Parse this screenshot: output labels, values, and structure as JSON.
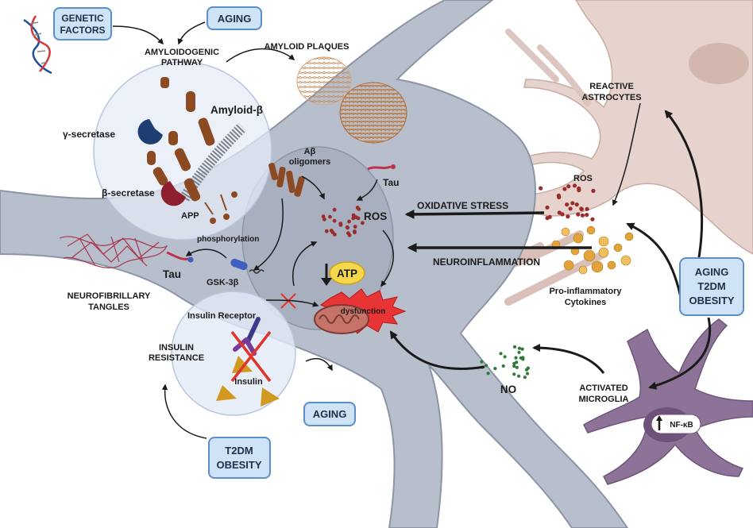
{
  "labels": {
    "genetic_factors": [
      "GENETIC",
      "FACTORS"
    ],
    "aging_top": "AGING",
    "amyloidogenic": [
      "AMYLOIDOGENIC",
      "PATHWAY"
    ],
    "amyloid_plaques": "AMYLOID PLAQUES",
    "amyloid_beta": "Amyloid-β",
    "gamma_secretase": "γ-secretase",
    "beta_secretase": "β-secretase",
    "app": "APP",
    "abeta_oligomers": [
      "Aβ",
      "oligomers"
    ],
    "tau_upper": "Tau",
    "ros_center": "ROS",
    "phosphorylation": "phosphorylation",
    "tau_lower": "Tau",
    "gsk3b": "GSK-3β",
    "atp": "ATP",
    "dysfunction": "dysfunction",
    "nft": [
      "NEUROFIBRILLARY",
      "TANGLES"
    ],
    "insulin_receptor": "Insulin Receptor",
    "insulin_resistance": [
      "INSULIN",
      "RESISTANCE"
    ],
    "insulin": "Insulin",
    "aging_bottom": "AGING",
    "t2dm_obesity": [
      "T2DM",
      "OBESITY"
    ],
    "reactive_astrocytes": [
      "REACTIVE",
      "ASTROCYTES"
    ],
    "ros_right": "ROS",
    "oxidative_stress": "OXIDATIVE STRESS",
    "neuroinflammation": "NEUROINFLAMMATION",
    "proinflammatory": [
      "Pro-inflammatory",
      "Cytokines"
    ],
    "aging_t2dm_obesity": [
      "AGING",
      "T2DM",
      "OBESITY"
    ],
    "no": "NO",
    "activated_microglia": [
      "ACTIVATED",
      "MICROGLIA"
    ],
    "nfkb": "NF-κB"
  },
  "colors": {
    "box_fill": "#cfe3f7",
    "box_stroke": "#5b8fc9",
    "neuron": "#b9bfcc",
    "astrocyte": "#d9c2bc",
    "microglia": "#8a6f92",
    "protein": "#8b4a22",
    "ros_dot": "#9a2c2c",
    "no_dot": "#2f7a3a",
    "cytokine": "#e2a33a",
    "atp": "#f6d64a",
    "cross": "#e0352a"
  }
}
